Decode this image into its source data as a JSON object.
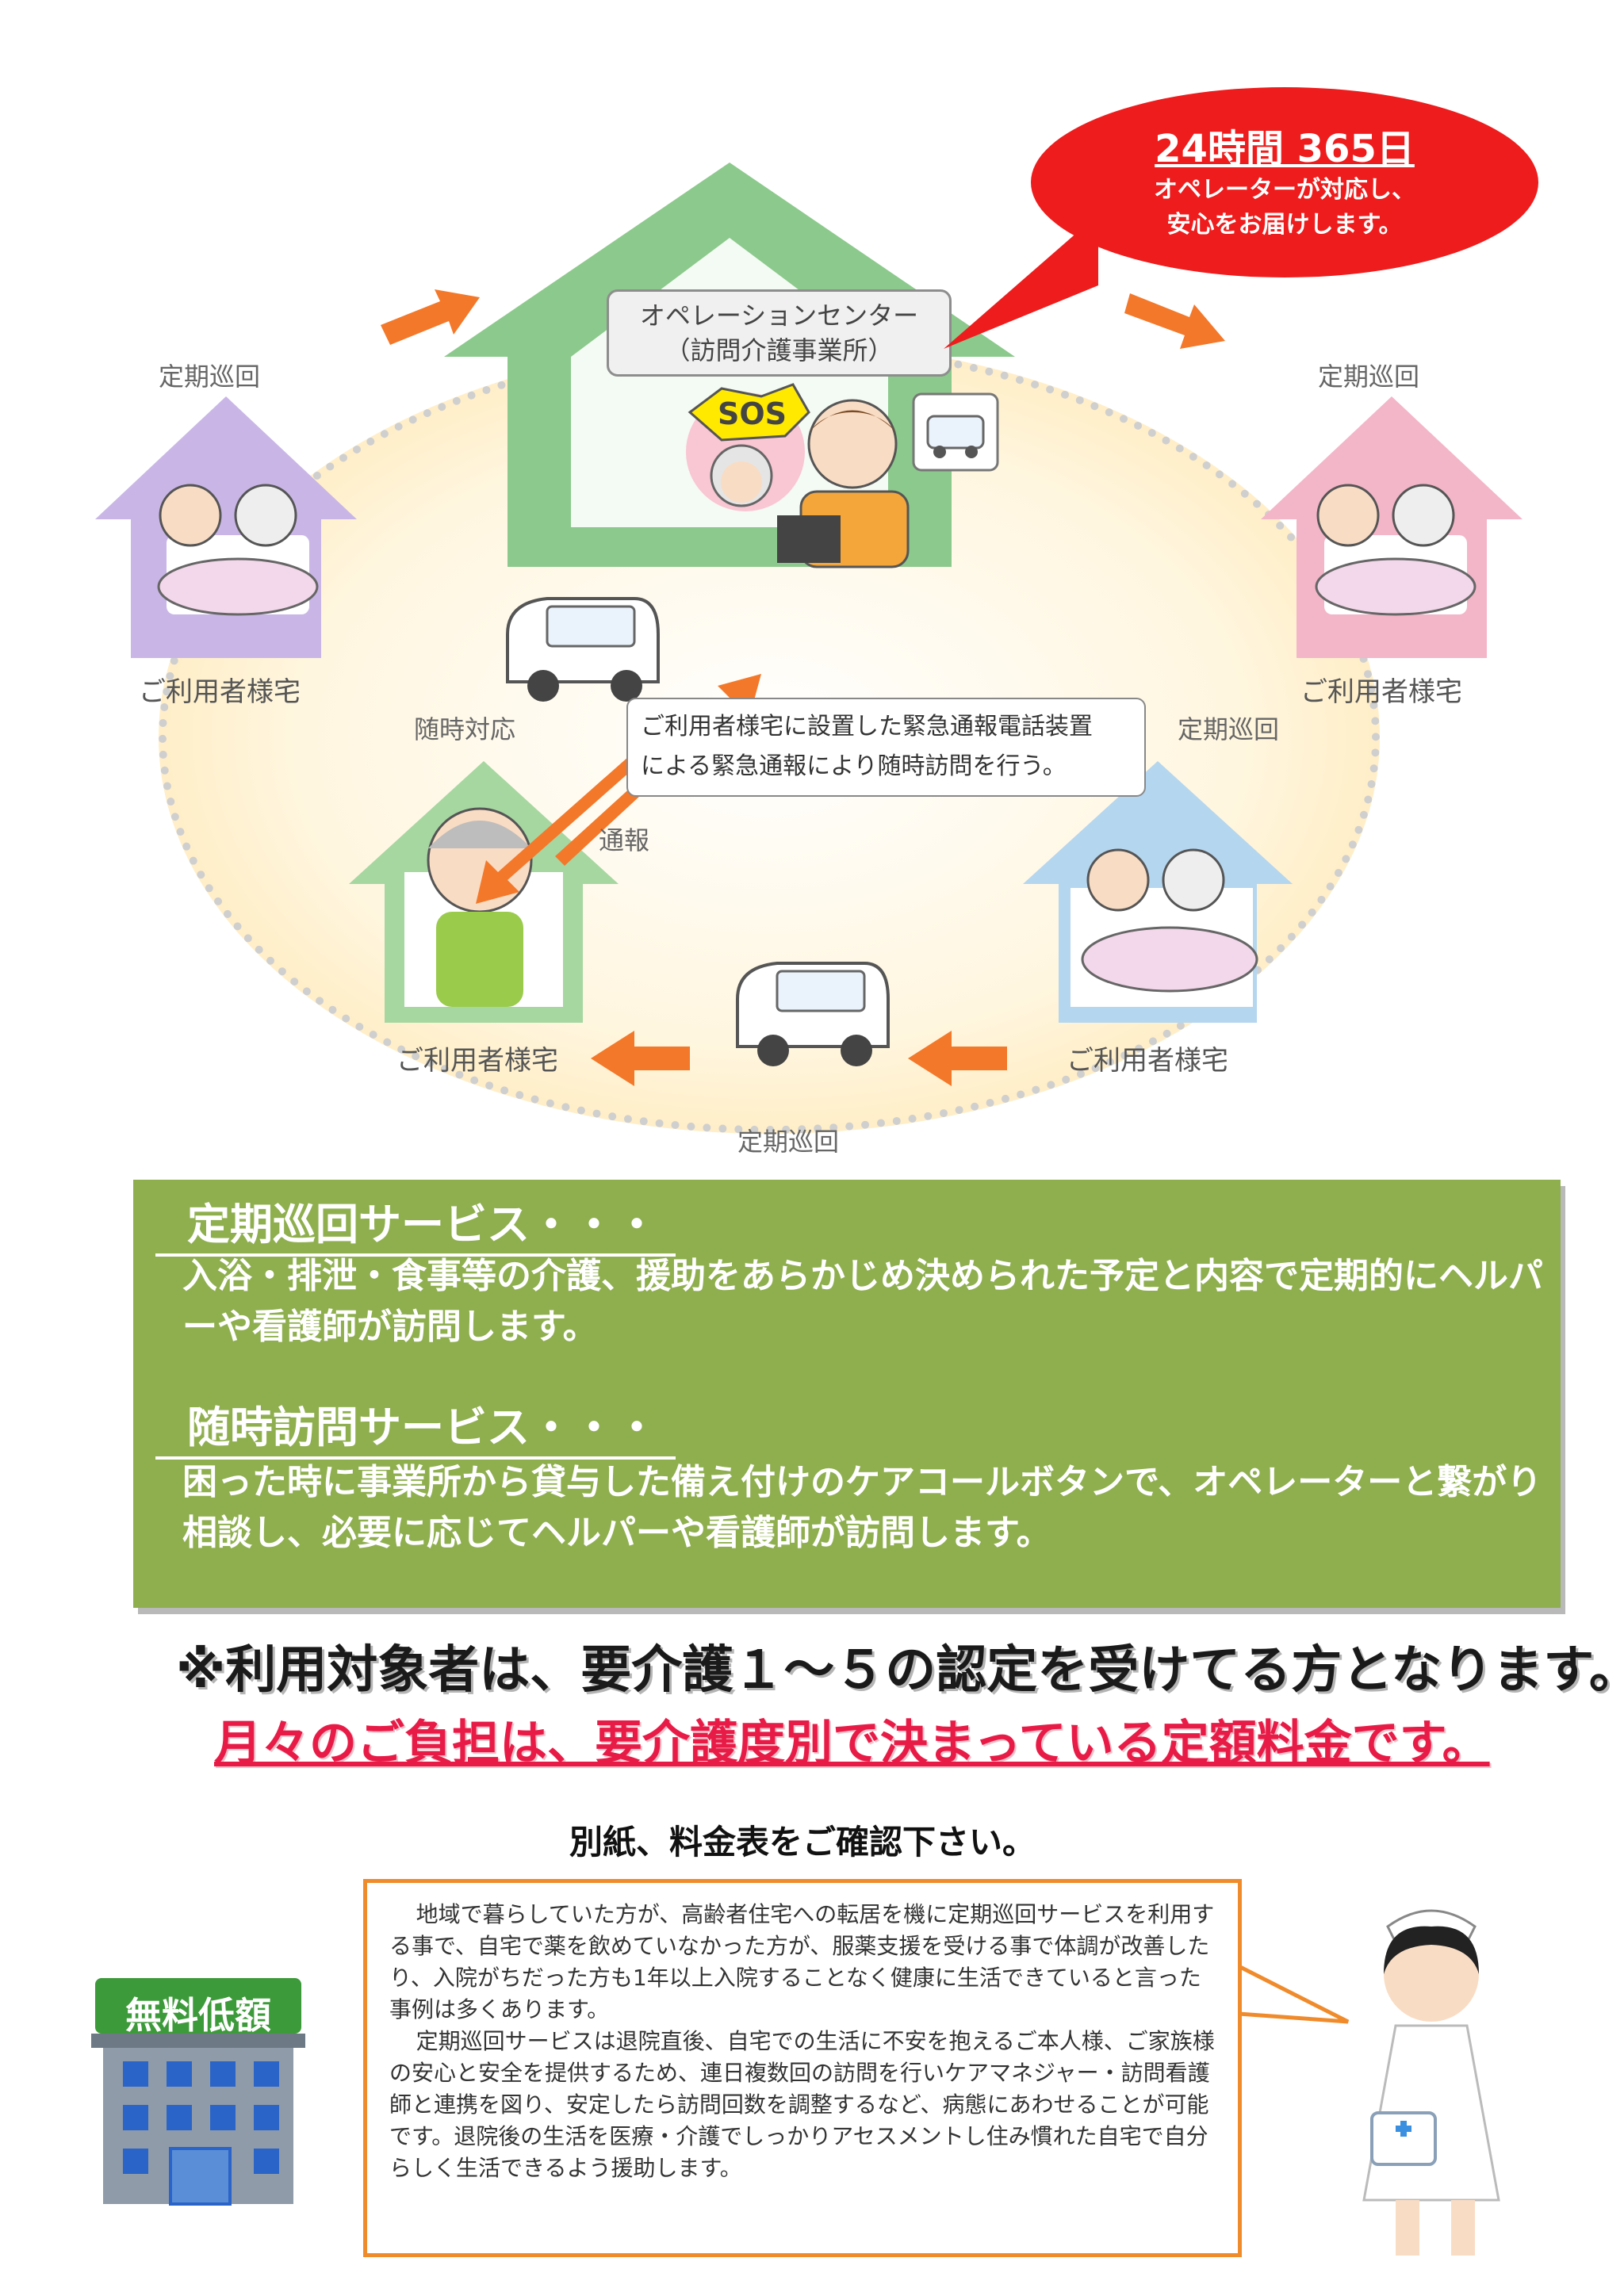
{
  "callout": {
    "title": "24時間  365日",
    "line1": "オペレーターが対応し、",
    "line2": "安心をお届けします。"
  },
  "operation_center": {
    "name": "オペレーションセンター",
    "sub": "（訪問介護事業所）",
    "sos_label": "SOS"
  },
  "diagram": {
    "patrol_label": "定期巡回",
    "user_home_label": "ご利用者様宅",
    "on_demand_label": "随時対応",
    "report_label": "通報",
    "info_line1": "ご利用者様宅に設置した緊急通報電話装置",
    "info_line2": "による緊急通報により随時訪問を行う。"
  },
  "services": {
    "regular_title": "定期巡回サービス・・・",
    "regular_desc": "入浴・排泄・食事等の介護、援助をあらかじめ決められた予定と内容で定期的にヘルパーや看護師が訪問します。",
    "ondemand_title": "随時訪問サービス・・・",
    "ondemand_desc": "困った時に事業所から貸与した備え付けのケアコールボタンで、オペレーターと繋がり相談し、必要に応じてヘルパーや看護師が訪問します。"
  },
  "notices": {
    "eligibility": "※利用対象者は、要介護１～５の認定を受けてる方となります。",
    "fee": "月々のご負担は、要介護度別で決まっている定額料金です。",
    "confirm": "別紙、料金表をご確認下さい。"
  },
  "facility_sign": "無料低額",
  "speech": {
    "para1": "地域で暮らしていた方が、高齢者住宅への転居を機に定期巡回サービスを利用する事で、自宅で薬を飲めていなかった方が、服薬支援を受ける事で体調が改善したり、入院がちだった方も1年以上入院することなく健康に生活できていると言った事例は多くあります。",
    "para2": "定期巡回サービスは退院直後、自宅での生活に不安を抱えるご本人様、ご家族様の安心と安全を提供するため、連日複数回の訪問を行いケアマネジャー・訪問看護師と連携を図り、安定したら訪問回数を調整するなど、病態にあわせることが可能です。退院後の生活を医療・介護でしっかりアセスメントし住み慣れた自宅で自分らしく生活できるよう援助します。"
  },
  "colors": {
    "panel_green": "#8faf4f",
    "callout_red": "#ee1c1c",
    "fee_pink": "#e81b47",
    "arrow_orange": "#f3782a",
    "speech_border": "#f08b2c"
  }
}
